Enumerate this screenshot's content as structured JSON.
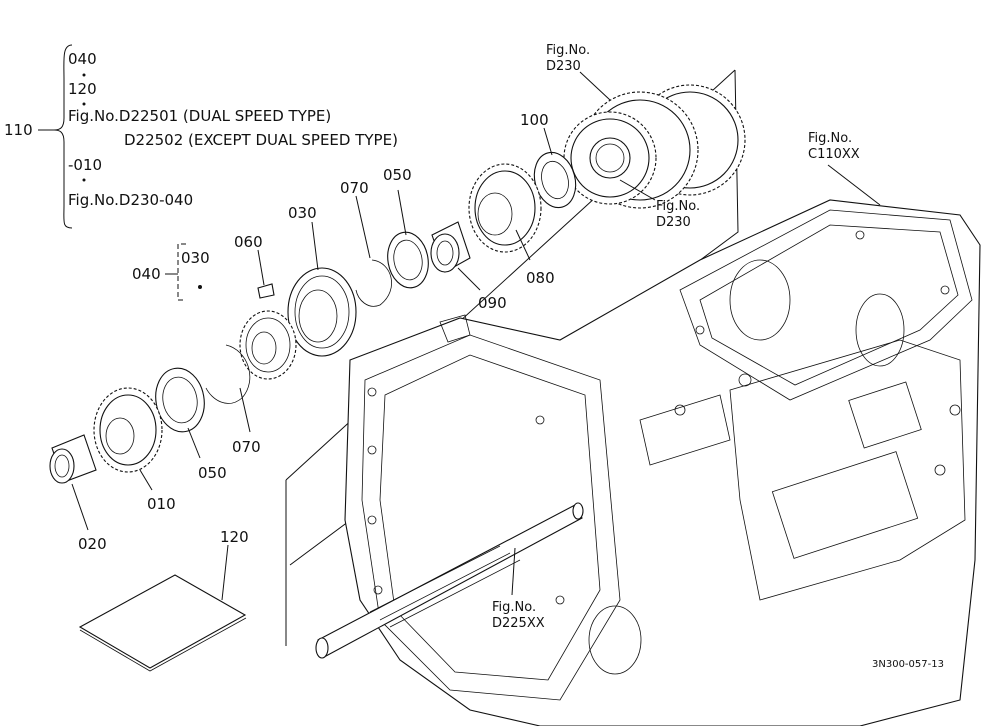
{
  "colors": {
    "ink": "#111111",
    "paper": "#ffffff"
  },
  "legend": {
    "group_id": "110",
    "line_040": "040",
    "line_120": "120",
    "line_fig_d22501": "Fig.No.D22501 (DUAL SPEED TYPE)",
    "line_d22502": "D22502 (EXCEPT DUAL SPEED TYPE)",
    "line_010": "-010",
    "line_fig_d230_040": "Fig.No.D230-040"
  },
  "subgroup": {
    "id": "040",
    "member": "030"
  },
  "parts": {
    "p010": "010",
    "p020": "020",
    "p030": "030",
    "p050a": "050",
    "p050b": "050",
    "p060": "060",
    "p070a": "070",
    "p070b": "070",
    "p080": "080",
    "p090": "090",
    "p100": "100",
    "p120": "120"
  },
  "refs": {
    "d230_top": {
      "title": "Fig.No.",
      "code": "D230"
    },
    "d230_mid": {
      "title": "Fig.No.",
      "code": "D230"
    },
    "c110xx": {
      "title": "Fig.No.",
      "code": "C110XX"
    },
    "d225xx": {
      "title": "Fig.No.",
      "code": "D225XX"
    }
  },
  "drawing_code": "3N300-057-13"
}
